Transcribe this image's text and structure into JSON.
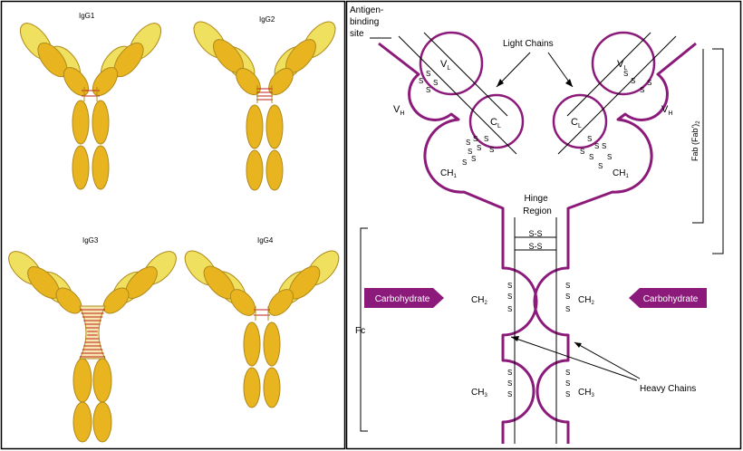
{
  "colors": {
    "panel_border": "#000000",
    "heavy_chain": "#e8b420",
    "light_chain": "#f0e060",
    "outline": "#b08a1a",
    "hinge_bond": "#c0201a",
    "ig_purple": "#8b1a7a",
    "carbo_text": "#ffffff"
  },
  "left_panel": {
    "subclasses": [
      "IgG1",
      "IgG2",
      "IgG3",
      "IgG4"
    ]
  },
  "right_panel": {
    "antigen_label": [
      "Antigen-",
      "binding",
      "site"
    ],
    "light_chains": "Light Chains",
    "hinge_region": [
      "Hinge",
      "Region"
    ],
    "heavy_chains": "Heavy Chains",
    "fab": "Fab (Fab')",
    "fab_sub": "2",
    "fc": "Fc",
    "carbohydrate": "Carbohydrate",
    "vl": "V",
    "vl_sub": "L",
    "vh": "V",
    "vh_sub": "H",
    "cl": "C",
    "cl_sub": "L",
    "ch1": "CH",
    "ch1_sub": "1",
    "ch2": "CH",
    "ch2_sub": "2",
    "ch3": "CH",
    "ch3_sub": "3",
    "disulfide": "S-S",
    "s": "S"
  }
}
